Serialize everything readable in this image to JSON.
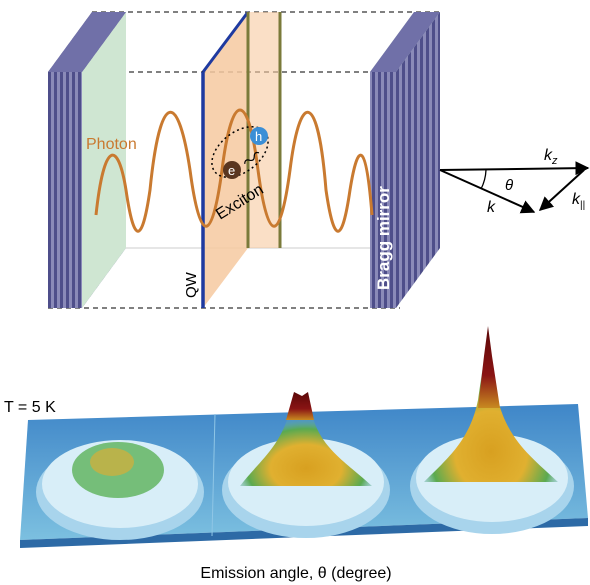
{
  "labels": {
    "bragg_left": "Bragg mirror",
    "bragg_right": "Bragg mirror",
    "photon": "Photon",
    "exciton": "Exciton",
    "qw": "QW",
    "electron": "e",
    "hole": "h",
    "temperature": "T = 5 K",
    "x_axis": "Emission angle, θ (degree)"
  },
  "wavevector": {
    "theta": "θ",
    "k": "k",
    "kz": "k",
    "kz_sub": "z",
    "kpar": "k",
    "kpar_sub": "||"
  },
  "colors": {
    "photon_wave": "#c97a30",
    "qw_line": "#1f3aa0",
    "qw_fill": "#f6c9a0",
    "cavity_fill": "#d6ead8",
    "mirror_stripes": "#6a6aa8",
    "hole": "#3b8fd6",
    "electron": "#5a3620",
    "surface_base": "#6aaed6",
    "peak": "#7a1010"
  }
}
